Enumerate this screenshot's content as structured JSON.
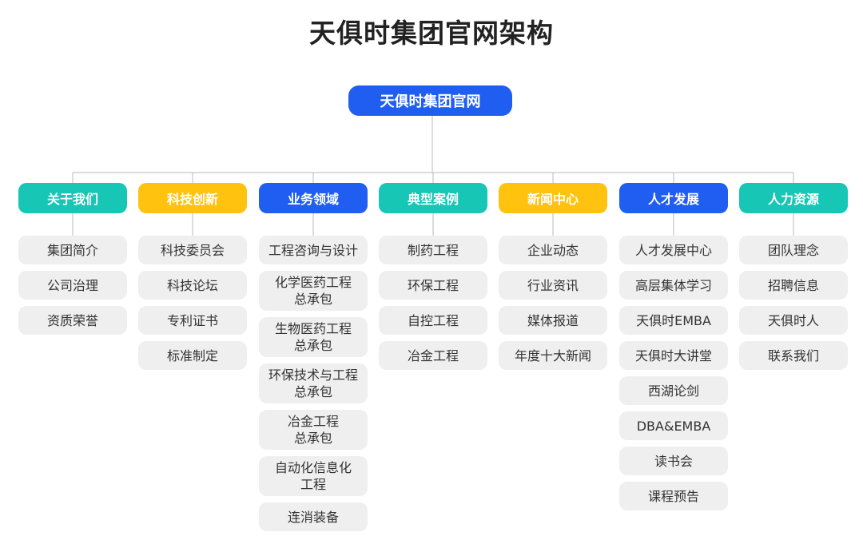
{
  "title": "天俱时集团官网架构",
  "root": "天俱时集团官网",
  "colors": {
    "teal": "#17c6b5",
    "yellow": "#ffc20e",
    "blue": "#1f5ef0",
    "item_bg": "#efefef",
    "line": "#b8b8b8"
  },
  "columns": [
    {
      "label": "关于我们",
      "color": "teal",
      "items": [
        "集团简介",
        "公司治理",
        "资质荣誉"
      ]
    },
    {
      "label": "科技创新",
      "color": "yellow",
      "items": [
        "科技委员会",
        "科技论坛",
        "专利证书",
        "标准制定"
      ]
    },
    {
      "label": "业务领域",
      "color": "blue",
      "items": [
        "工程咨询与设计",
        "化学医药工程\n总承包",
        "生物医药工程\n总承包",
        "环保技术与工程\n总承包",
        "冶金工程\n总承包",
        "自动化信息化\n工程",
        "连消装备"
      ]
    },
    {
      "label": "典型案例",
      "color": "teal",
      "items": [
        "制药工程",
        "环保工程",
        "自控工程",
        "冶金工程"
      ]
    },
    {
      "label": "新闻中心",
      "color": "yellow",
      "items": [
        "企业动态",
        "行业资讯",
        "媒体报道",
        "年度十大新闻"
      ]
    },
    {
      "label": "人才发展",
      "color": "blue",
      "items": [
        "人才发展中心",
        "高层集体学习",
        "天俱时EMBA",
        "天俱时大讲堂",
        "西湖论剑",
        "DBA&EMBA",
        "读书会",
        "课程预告"
      ]
    },
    {
      "label": "人力资源",
      "color": "teal",
      "items": [
        "团队理念",
        "招聘信息",
        "天俱时人",
        "联系我们"
      ]
    }
  ]
}
